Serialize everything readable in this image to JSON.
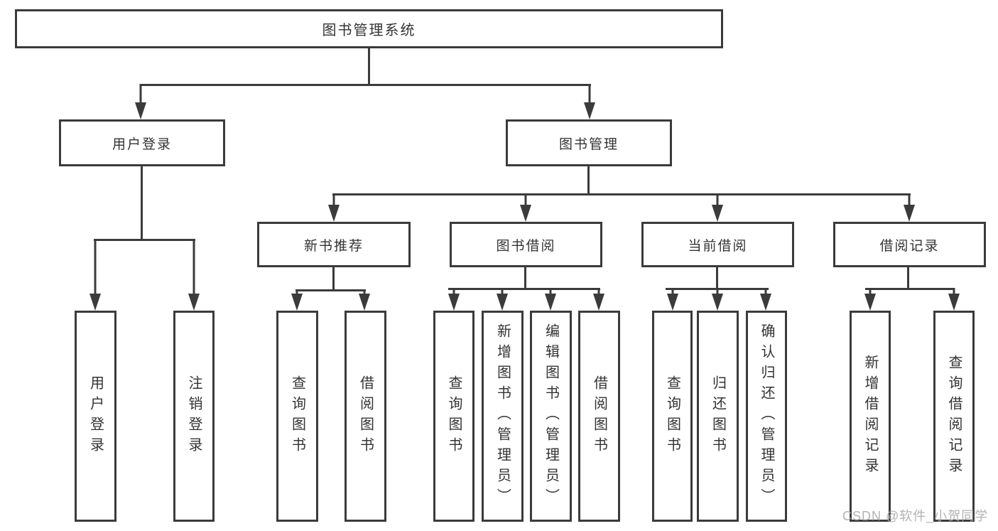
{
  "diagram": {
    "root": {
      "label": "图书管理系统"
    },
    "userLogin": {
      "label": "用户登录",
      "children": [
        {
          "label": "用户登录"
        },
        {
          "label": "注销登录"
        }
      ]
    },
    "bookMgmt": {
      "label": "图书管理",
      "sections": [
        {
          "label": "新书推荐",
          "children": [
            {
              "label": "查询图书"
            },
            {
              "label": "借阅图书"
            }
          ]
        },
        {
          "label": "图书借阅",
          "children": [
            {
              "label": "查询图书"
            },
            {
              "label": "新增图书（管理员）"
            },
            {
              "label": "编辑图书（管理员）"
            },
            {
              "label": "借阅图书"
            }
          ]
        },
        {
          "label": "当前借阅",
          "children": [
            {
              "label": "查询图书"
            },
            {
              "label": "归还图书"
            },
            {
              "label": "确认归还（管理员）"
            }
          ]
        },
        {
          "label": "借阅记录",
          "children": [
            {
              "label": "新增借阅记录"
            },
            {
              "label": "查询借阅记录"
            }
          ]
        }
      ]
    }
  },
  "watermark": {
    "text": "CSDN @软件_小贺同学"
  },
  "colors": {
    "line": "#3b3b3b",
    "text": "#333333",
    "watermark": "#aaaaaa",
    "background": "#ffffff"
  }
}
